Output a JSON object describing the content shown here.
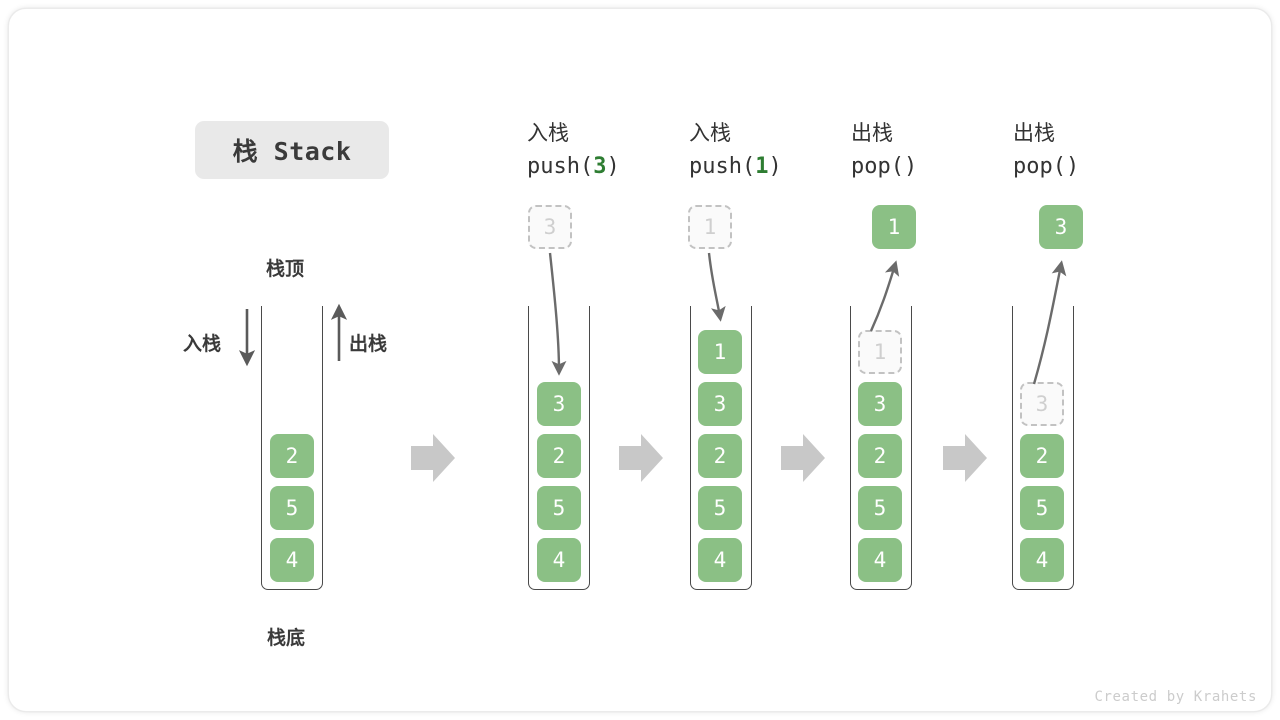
{
  "title": {
    "label": "栈 Stack"
  },
  "labels": {
    "top": "栈顶",
    "bottom": "栈底",
    "push_side": "入栈",
    "pop_side": "出栈"
  },
  "credit": "Created by Krahets",
  "colors": {
    "element_fill": "#8bc085",
    "element_text": "#ffffff",
    "ghost_fill": "#fafafa",
    "ghost_text": "#cfcfcf",
    "ghost_border": "#c2c2c2",
    "accent_green": "#2e7d32",
    "container_stroke": "#4a4a4a",
    "step_arrow": "#c8c8c8",
    "motion_arrow": "#666666",
    "badge_bg": "#e9e9e9",
    "text": "#3a3a3a",
    "credit": "#cccccc"
  },
  "steps": [
    {
      "id": "initial",
      "op_cn": "",
      "op_code": "",
      "stack": [
        "2",
        "5",
        "4"
      ],
      "ghost": null,
      "floating": null
    },
    {
      "id": "push-3",
      "op_cn": "入栈",
      "op_code_prefix": "push(",
      "op_code_arg": "3",
      "op_code_suffix": ")",
      "stack": [
        "3",
        "2",
        "5",
        "4"
      ],
      "ghost": {
        "value": "3",
        "position": "above"
      },
      "floating": null,
      "motion": "down"
    },
    {
      "id": "push-1",
      "op_cn": "入栈",
      "op_code_prefix": "push(",
      "op_code_arg": "1",
      "op_code_suffix": ")",
      "stack": [
        "1",
        "3",
        "2",
        "5",
        "4"
      ],
      "ghost": {
        "value": "1",
        "position": "above"
      },
      "floating": null,
      "motion": "down"
    },
    {
      "id": "pop-1",
      "op_cn": "出栈",
      "op_code_prefix": "pop(",
      "op_code_arg": "",
      "op_code_suffix": ")",
      "stack": [
        "3",
        "2",
        "5",
        "4"
      ],
      "ghost": {
        "value": "1",
        "position": "in-stack-top"
      },
      "floating": {
        "value": "1"
      },
      "motion": "up"
    },
    {
      "id": "pop-3",
      "op_cn": "出栈",
      "op_code_prefix": "pop(",
      "op_code_arg": "",
      "op_code_suffix": ")",
      "stack": [
        "2",
        "5",
        "4"
      ],
      "ghost": {
        "value": "3",
        "position": "in-stack-top"
      },
      "floating": {
        "value": "3"
      },
      "motion": "up"
    }
  ],
  "cells": {
    "s0": [
      "2",
      "5",
      "4"
    ],
    "s1_ghost": "3",
    "s1": [
      "3",
      "2",
      "5",
      "4"
    ],
    "s2_ghost": "1",
    "s2": [
      "1",
      "3",
      "2",
      "5",
      "4"
    ],
    "s3_float": "1",
    "s3_ghost": "1",
    "s3": [
      "3",
      "2",
      "5",
      "4"
    ],
    "s4_float": "3",
    "s4_ghost": "3",
    "s4": [
      "2",
      "5",
      "4"
    ]
  },
  "headers": {
    "h1_cn": "入栈",
    "h1_pre": "push(",
    "h1_arg": "3",
    "h1_post": ")",
    "h2_cn": "入栈",
    "h2_pre": "push(",
    "h2_arg": "1",
    "h2_post": ")",
    "h3_cn": "出栈",
    "h3_pre": "pop(",
    "h3_arg": "",
    "h3_post": ")",
    "h4_cn": "出栈",
    "h4_pre": "pop(",
    "h4_arg": "",
    "h4_post": ")"
  }
}
